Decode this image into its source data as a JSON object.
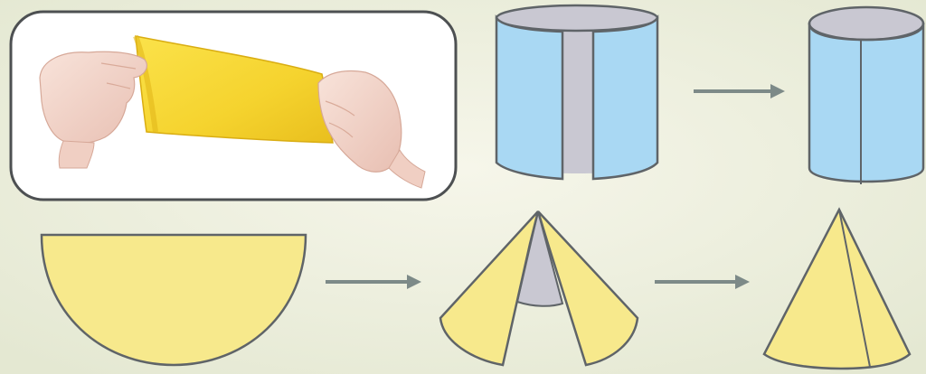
{
  "colors": {
    "background": "#eef0e0",
    "paper_yellow": "#f7e98c",
    "photo_paper": "#f5d32e",
    "cylinder_blue": "#a9d8f3",
    "cylinder_interior": "#c9c8d2",
    "outline": "#5f6468",
    "arrow": "#7d8a88",
    "photo_frame": "#4d5052",
    "photo_background": "#ffffff",
    "skin": "#f2d4c9"
  },
  "icons": {
    "photo": "hands-rolling-paper-photo",
    "arrow": "right-arrow-icon"
  },
  "diagram": {
    "rows": [
      {
        "name": "cylinder-row",
        "steps": [
          "photo-of-hands-rolling-paper",
          "cylinder-with-open-seam",
          "closed-cylinder"
        ]
      },
      {
        "name": "cone-row",
        "steps": [
          "flat-semicircle",
          "cone-with-open-seam",
          "closed-cone"
        ]
      }
    ]
  }
}
